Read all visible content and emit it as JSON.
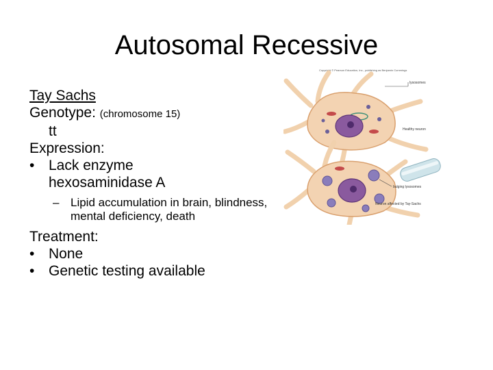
{
  "slide": {
    "title": "Autosomal Recessive",
    "disease": "Tay Sachs",
    "genotype_label": "Genotype:",
    "genotype_note": "(chromosome 15)",
    "genotype_value": "tt",
    "expression_label": "Expression:",
    "expression_bullet_1": "Lack enzyme",
    "expression_bullet_1_cont": "hexosaminidase A",
    "expression_sub_1": "Lipid accumulation in brain, blindness, mental deficiency, death",
    "treatment_label": "Treatment:",
    "treatment_bullet_1": "None",
    "treatment_bullet_2": "Genetic testing available",
    "bullet_glyph": "•",
    "dash_glyph": "–"
  },
  "figure": {
    "caption": "Copyright © Pearson Education, Inc., publishing as Benjamin Cummings",
    "label_lysosomes": "lysosomes",
    "label_healthy": "Healthy neuron",
    "label_bulging": "bulging lysosomes",
    "label_affected": "Neuron affected by Tay-Sachs",
    "colors": {
      "neuron_fill": "#f3d3b2",
      "neuron_edge": "#d9a06e",
      "nucleus": "#8a5a9e",
      "nucleolus": "#4f2b6b",
      "lysosome": "#6a5f9a",
      "lysosome_bulging": "#8a7dbb",
      "mitochondria": "#c44a4a",
      "er": "#3f8f78",
      "pipette": "#cfe4ea"
    }
  }
}
